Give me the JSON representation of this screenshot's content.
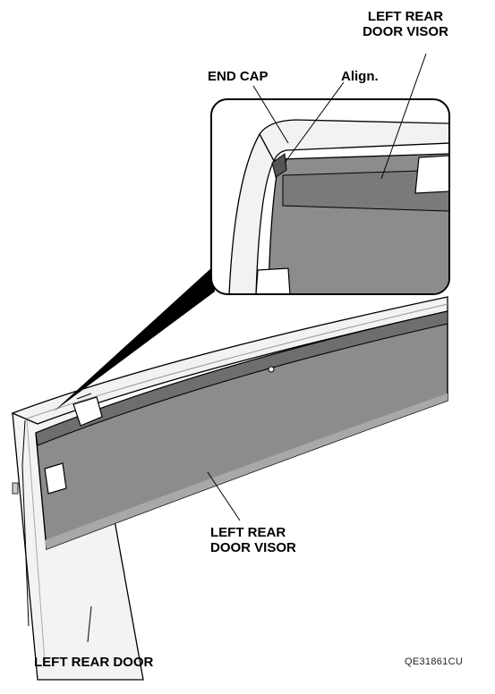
{
  "labels": {
    "end_cap": "END CAP",
    "align": "Align.",
    "visor_top": [
      "LEFT REAR",
      "DOOR VISOR"
    ],
    "visor_main": [
      "LEFT REAR",
      "DOOR VISOR"
    ],
    "door": "LEFT REAR DOOR"
  },
  "figure_code": "QE31861CU",
  "colors": {
    "visor_fill": "#8c8c8c",
    "visor_edge": "#5e5e5e",
    "frame_fill": "#f2f2f2",
    "outline": "#000000"
  }
}
